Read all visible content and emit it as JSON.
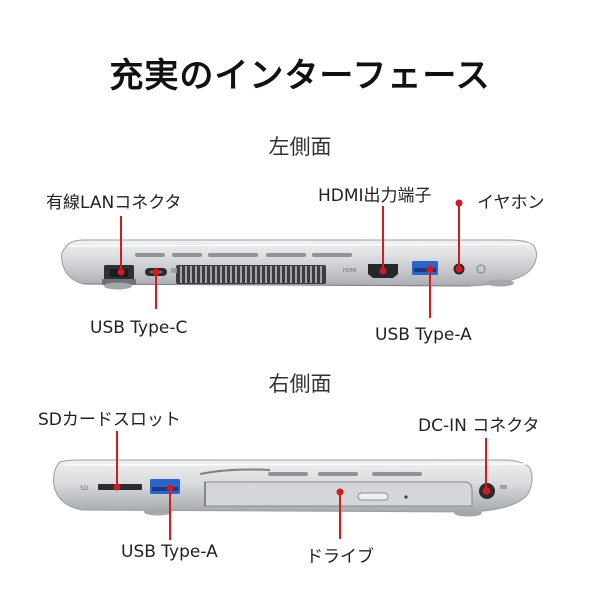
{
  "title": "充実のインターフェース",
  "left_side": {
    "heading": "左側面",
    "callouts": {
      "lan": "有線LANコネクタ",
      "usb_c": "USB Type-C",
      "hdmi": "HDMI出力端子",
      "usb_a": "USB Type-A",
      "earphone": "イヤホン"
    },
    "port_marks": {
      "hdmi": "HDMI"
    }
  },
  "right_side": {
    "heading": "右側面",
    "callouts": {
      "sd": "SDカードスロット",
      "usb_a": "USB Type-A",
      "drive": "ドライブ",
      "dc_in": "DC-IN コネクタ"
    },
    "port_marks": {
      "sd": "SD"
    }
  },
  "colors": {
    "callout_line": "#d71920",
    "body_light": "#e6e7e9",
    "body_mid": "#c9cbce",
    "body_dark": "#8d9095",
    "usb_blue": "#2a63c9"
  }
}
